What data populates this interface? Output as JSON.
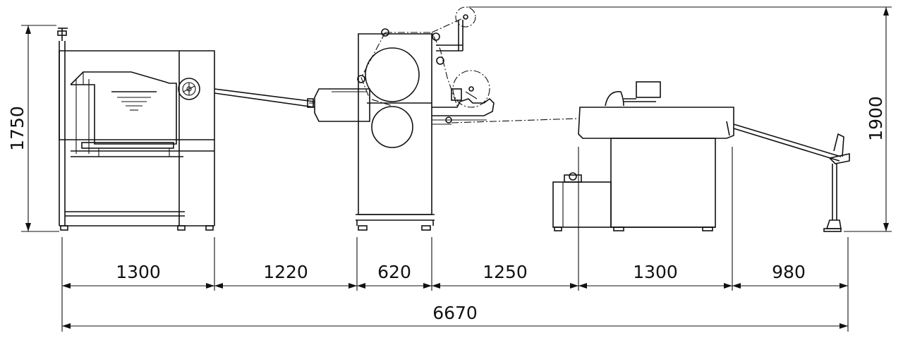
{
  "dimensions": {
    "height_left": "1750",
    "height_right": "1900",
    "widths": [
      "1300",
      "1220",
      "620",
      "1250",
      "1300",
      "980"
    ],
    "total": "6670"
  }
}
